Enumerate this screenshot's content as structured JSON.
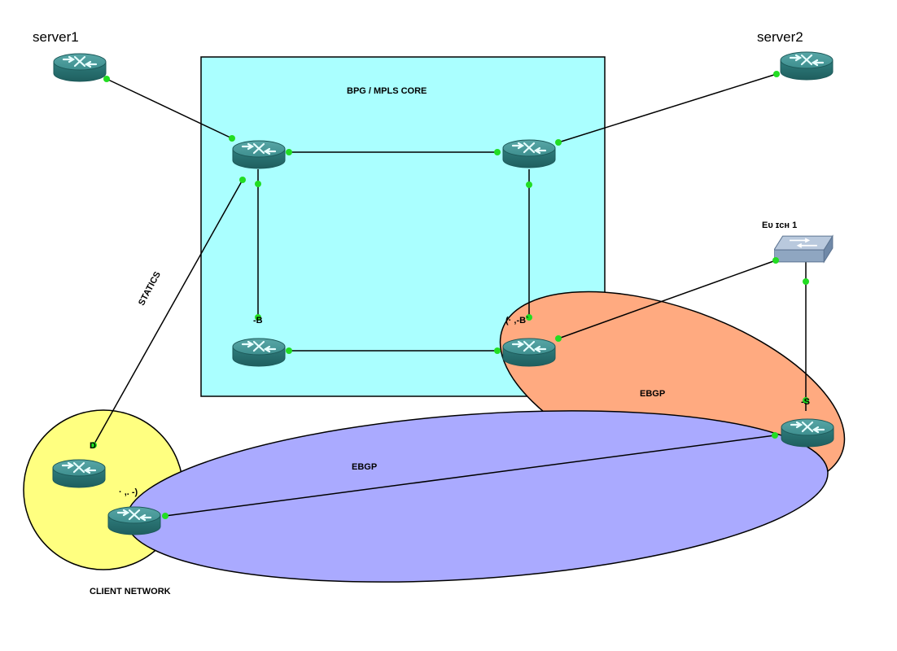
{
  "areas": {
    "core": "BPG / MPLS CORE",
    "ebgp_orange": "EBGP",
    "ebgp_blue": "EBGP",
    "client": "CLIENT NETWORK",
    "statics": "STATICS"
  },
  "nodes": {
    "server1": "server1",
    "server2": "server2",
    "switch": "Eᴜ       ɪᴄʜ 1"
  },
  "iface_labels": {
    "core_bl": "-B",
    "core_br": "(· ,-B`",
    "ebgp_router": "-S",
    "client_top": "D",
    "client_bottom": "· ,. -)"
  },
  "colors": {
    "core_fill": "#aaffff",
    "ebgp_orange": "#ffaa80",
    "ebgp_blue": "#aaaaff",
    "client_fill": "#ffff80",
    "router": "#2f8080",
    "link_dot": "#22dd22"
  },
  "icons": {
    "router": "router-icon",
    "switch": "switch-icon"
  }
}
